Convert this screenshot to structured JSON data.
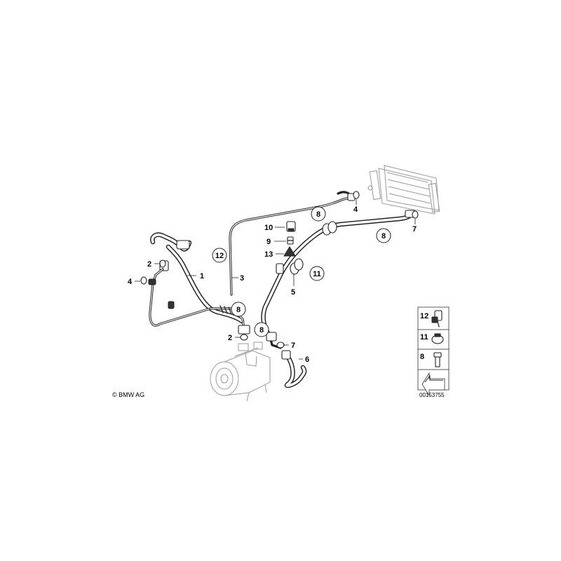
{
  "callouts": [
    {
      "label": "1",
      "circled": false
    },
    {
      "label": "2",
      "circled": false
    },
    {
      "label": "4",
      "circled": false
    },
    {
      "label": "12",
      "circled": true
    },
    {
      "label": "3",
      "circled": false
    },
    {
      "label": "8",
      "circled": true
    },
    {
      "label": "2",
      "circled": false
    },
    {
      "label": "8",
      "circled": true
    },
    {
      "label": "4",
      "circled": false
    },
    {
      "label": "10",
      "circled": false
    },
    {
      "label": "9",
      "circled": false
    },
    {
      "label": "13",
      "circled": false
    },
    {
      "label": "11",
      "circled": true
    },
    {
      "label": "5",
      "circled": false
    },
    {
      "label": "8",
      "circled": true
    },
    {
      "label": "7",
      "circled": false
    },
    {
      "label": "6",
      "circled": false
    },
    {
      "label": "8",
      "circled": true
    },
    {
      "label": "7",
      "circled": false
    }
  ],
  "legend": {
    "items": [
      {
        "label": "12",
        "part": "clip-holder"
      },
      {
        "label": "11",
        "part": "hose-clamp"
      },
      {
        "label": "8",
        "part": "bolt"
      }
    ]
  },
  "copyright": "© BMW AG",
  "drawing_number": "00153755"
}
